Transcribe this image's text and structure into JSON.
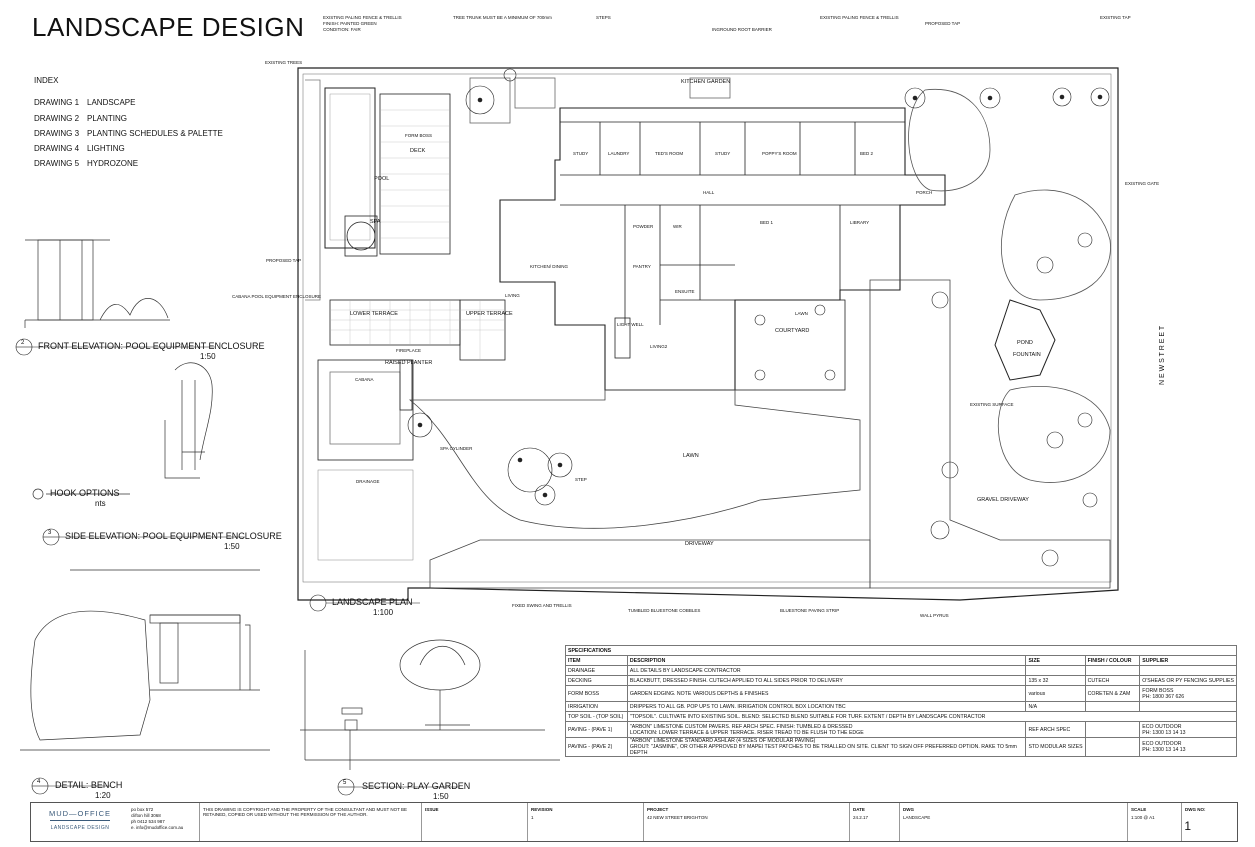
{
  "sheet_title": "LANDSCAPE DESIGN",
  "index": {
    "heading": "INDEX",
    "rows": [
      {
        "drawing": "DRAWING 1",
        "name": "LANDSCAPE"
      },
      {
        "drawing": "DRAWING 2",
        "name": "PLANTING"
      },
      {
        "drawing": "DRAWING 3",
        "name": "PLANTING SCHEDULES & PALETTE"
      },
      {
        "drawing": "DRAWING 4",
        "name": "LIGHTING"
      },
      {
        "drawing": "DRAWING 5",
        "name": "HYDROZONE"
      }
    ]
  },
  "details": {
    "front_elevation": {
      "num": "2",
      "title": "FRONT ELEVATION: POOL EQUIPMENT ENCLOSURE",
      "scale": "1:50"
    },
    "hook_options": {
      "title": "HOOK OPTIONS",
      "scale": "nts"
    },
    "side_elevation": {
      "num": "3",
      "title": "SIDE ELEVATION: POOL EQUIPMENT ENCLOSURE",
      "scale": "1:50"
    },
    "bench": {
      "num": "4",
      "title": "DETAIL: BENCH",
      "scale": "1:20"
    },
    "play_garden": {
      "num": "5",
      "title": "SECTION: PLAY GARDEN",
      "scale": "1:50"
    },
    "landscape_plan": {
      "title": "LANDSCAPE PLAN",
      "scale": "1:100"
    }
  },
  "plan_labels": {
    "kitchen_garden": "KITCHEN GARDEN",
    "deck": "DECK",
    "pool": "POOL",
    "spa": "SPA",
    "lower_terrace": "LOWER TERRACE",
    "upper_terrace": "UPPER TERRACE",
    "raised_planter": "RAISED PLANTER",
    "cabana": "CABANA",
    "fireplace": "FIREPLACE",
    "study": "STUDY",
    "laundry": "LAUNDRY",
    "teds_room": "TED'S ROOM",
    "study2": "STUDY",
    "poppys_room": "POPPY'S ROOM",
    "bed2": "BED 2",
    "hall": "HALL",
    "porch": "PORCH",
    "bed1": "BED 1",
    "library": "LIBRARY",
    "powder": "POWDER",
    "wir": "WIR",
    "kitchen": "KITCHEN/ DINING",
    "pantry": "PANTRY",
    "ensuite": "ENSUITE",
    "living": "LIVING",
    "living2": "LIVING2",
    "light_well": "LIGHT WELL",
    "courtyard": "COURTYARD",
    "lawn": "LAWN",
    "lawn_main": "LAWN",
    "drainage": "DRAINAGE",
    "gravel_driveway": "GRAVEL DRIVEWAY",
    "driveway": "DRIVEWAY",
    "pond": "POND",
    "fountain": "FOUNTAIN",
    "street": "N E W   S T R E E T",
    "proposed_tap": "PROPOSED TAP",
    "existing_gate": "EXISTING GATE"
  },
  "notes": {
    "n1": "EXISTING PALING FENCE & TRELLIS",
    "n2": "FINISH: PAINTED GREEN",
    "n3": "CONDITION: FAIR",
    "n4": "TREE TRUNK MUST BE A MINIMUM OF 700mm",
    "n5": "STEPS",
    "n6": "INGROUND ROOT BARRIER",
    "n7": "EXISTING PALING FENCE & TRELLIS",
    "n8": "PROPOSED TAP",
    "n9": "EXISTING TAP",
    "n10": "EXISTING TREES",
    "n11": "CABANA POOL EQUIPMENT ENCLOSURE",
    "n12": "FORM BOSS",
    "n13": "EXISTING SURFACE",
    "n14": "TUMBLED BLUESTONE COBBLES",
    "n15": "BLUESTONE PAVING STRIP",
    "n16": "FIXED SWING AND TRELLIS",
    "n17": "SPA CYLINDER",
    "n18": "STEP",
    "n19": "WALL PYRUS"
  },
  "spec": {
    "title": "SPECIFICATIONS",
    "headers": [
      "ITEM",
      "DESCRIPTION",
      "SIZE",
      "FINISH / COLOUR",
      "SUPPLIER"
    ],
    "rows": [
      {
        "item": "DRAINAGE",
        "desc": "ALL DETAILS BY LANDSCAPE CONTRACTOR",
        "size": "",
        "finish": "",
        "supplier": ""
      },
      {
        "item": "DECKING",
        "desc": "BLACKBUTT, DRESSED FINISH. CUTECH APPLIED TO ALL SIDES PRIOR TO DELIVERY",
        "size": "135 x 32",
        "finish": "CUTECH",
        "supplier": "O'SHEAS OR PY FENCING SUPPLIES"
      },
      {
        "item": "FORM BOSS",
        "desc": "GARDEN EDGING. NOTE VARIOUS DEPTHS & FINISHES",
        "size": "various",
        "finish": "CORETEN & ZAM",
        "supplier": "FORM BOSS",
        "phone": "PH: 1800 367 626"
      },
      {
        "item": "IRRIGATION",
        "desc": "DRIPPERS TO ALL GB. POP UPS TO LAWN. IRRIGATION CONTROL BOX LOCATION TBC",
        "size": "N/A",
        "finish": "",
        "supplier": ""
      },
      {
        "item": "TOP SOIL - (TOP SOIL)",
        "desc": "\"TOPSOIL\". CULTIVATE INTO EXISTING SOIL. BLEND: SELECTED BLEND SUITABLE FOR TURF. EXTENT / DEPTH BY LANDSCAPE CONTRACTOR",
        "size": "",
        "finish": "",
        "supplier": ""
      },
      {
        "item": "PAVING - (PAVE 1)",
        "desc": "\"ARBON\" LIMESTONE CUSTOM PAVERS. REF ARCH SPEC. FINISH: TUMBLED & DRESSED",
        "desc2": "LOCATION: LOWER TERRACE & UPPER TERRACE. RISER TREAD TO BE FLUSH TO THE EDGE",
        "size": "REF ARCH SPEC",
        "finish": "",
        "supplier": "ECO OUTDOOR",
        "phone": "PH: 1300 13 14 13"
      },
      {
        "item": "PAVING - (PAVE 2)",
        "desc": "\"ARBON\" LIMESTONE STANDARD ASHLAR (4 SIZES OF MODULAR PAVING)",
        "desc2": "GROUT: \"JASMINE\", OR OTHER APPROVED BY MAPEI TEST PATCHES TO BE TRIALLED ON SITE. CLIENT TO SIGN OFF PREFERRED OPTION. RAKE TO 5mm DEPTH",
        "size": "STD MODULAR SIZES",
        "finish": "",
        "supplier": "ECO OUTDOOR",
        "phone": "PH: 1300 13 14 13"
      }
    ]
  },
  "title_block": {
    "brand": "MUD—OFFICE",
    "brand_sub": "LANDSCAPE DESIGN",
    "contact1": "po box 572",
    "contact2": "clifton hill 3068",
    "contact3": "ph 0412 534 987",
    "contact4": "e. info@mudoffice.com.au",
    "disclaimer": "THIS DRAWING IS COPYRIGHT AND THE PROPERTY OF THE CONSULTANT AND MUST NOT BE RETAINED, COPIED OR USED WITHOUT THE PERMISSION OF THE AUTHOR.",
    "issue_label": "ISSUE",
    "revision_label": "REVISION",
    "revision": "1",
    "project_label": "PROJECT",
    "project": "42 NEW STREET BRIGHTON",
    "date_label": "DATE",
    "date": "24.2.17",
    "dwg_label": "DWG",
    "dwg": "LANDSCAPE",
    "scale_label": "SCALE",
    "scale": "1:100 @ A1",
    "dwgno_label": "DWG NO:",
    "dwgno": "1"
  }
}
